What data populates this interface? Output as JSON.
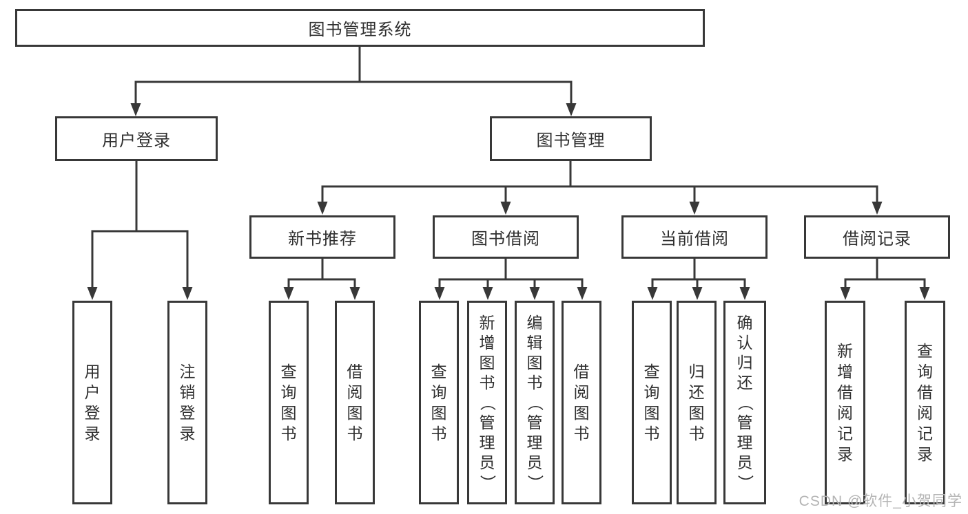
{
  "diagram": {
    "root": {
      "label": "图书管理系统"
    },
    "level1": {
      "user_login": {
        "label": "用户登录"
      },
      "book_management": {
        "label": "图书管理"
      }
    },
    "level2": {
      "new_books": {
        "label": "新书推荐"
      },
      "borrowing": {
        "label": "图书借阅"
      },
      "current": {
        "label": "当前借阅"
      },
      "records": {
        "label": "借阅记录"
      }
    },
    "level3": {
      "user_login": [
        "用户登录",
        "注销登录"
      ],
      "new_books": [
        "查询图书",
        "借阅图书"
      ],
      "borrowing": [
        "查询图书",
        "新增图书（管理员）",
        "编辑图书（管理员）",
        "借阅图书"
      ],
      "current": [
        "查询图书",
        "归还图书",
        "确认归还（管理员）"
      ],
      "records": [
        "新增借阅记录",
        "查询借阅记录"
      ]
    }
  },
  "watermark": {
    "label": "CSDN @软件_小贺同学"
  },
  "colors": {
    "line": "#383838",
    "text": "#2f2f2f",
    "watermark": "#b4b4b4",
    "background": "#ffffff"
  }
}
